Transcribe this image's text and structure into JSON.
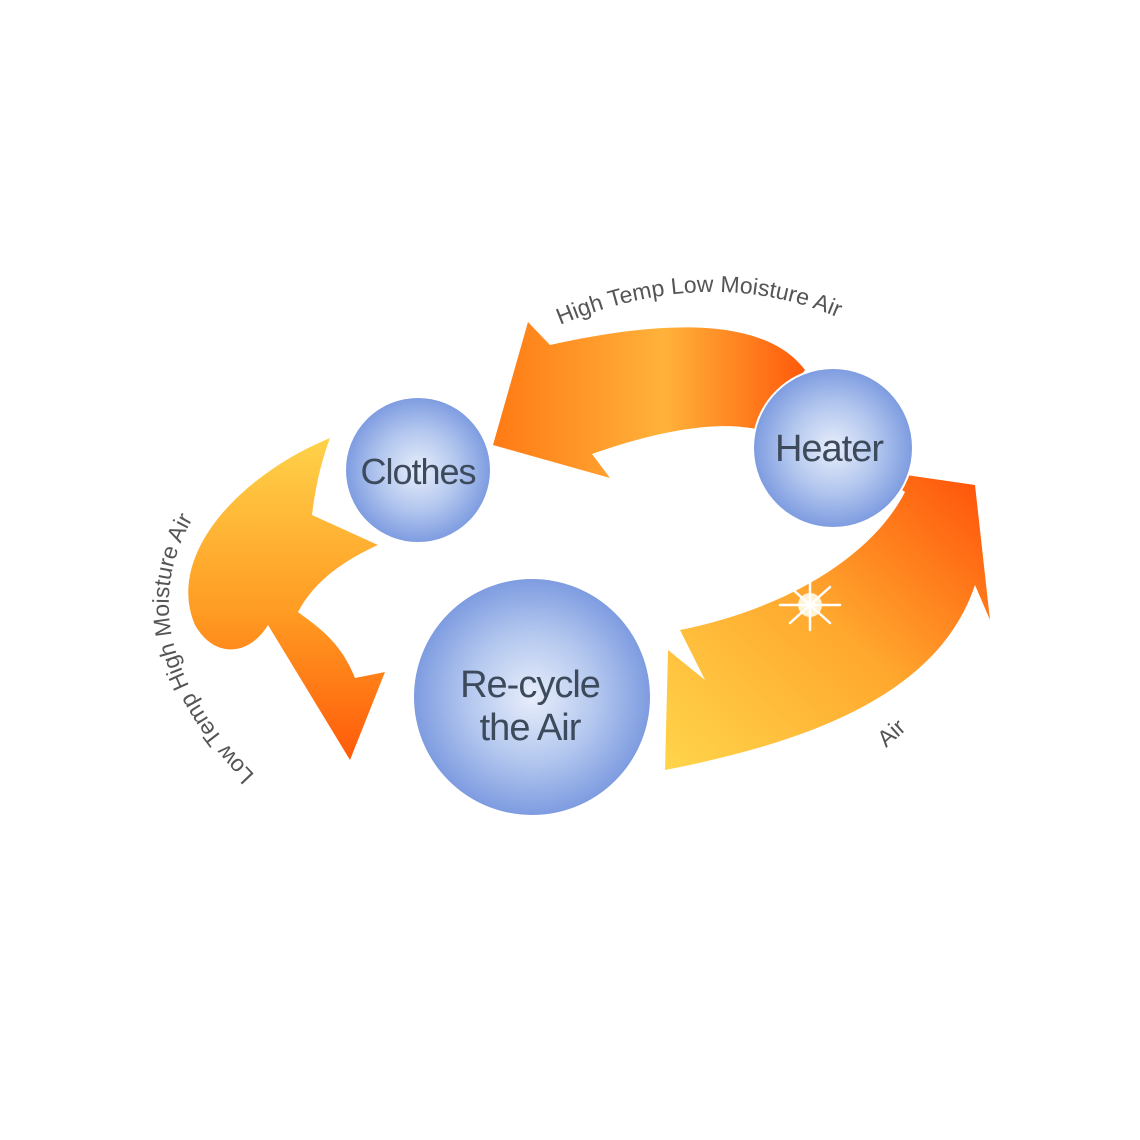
{
  "diagram": {
    "nodes": {
      "clothes": "Clothes",
      "heater": "Heater",
      "recycle_line1": "Re-cycle",
      "recycle_line2": "the Air"
    },
    "flows": {
      "top": "High Temp Low Moisture Air",
      "left": "Low Temp High Moisture Air",
      "right": "Air"
    }
  }
}
